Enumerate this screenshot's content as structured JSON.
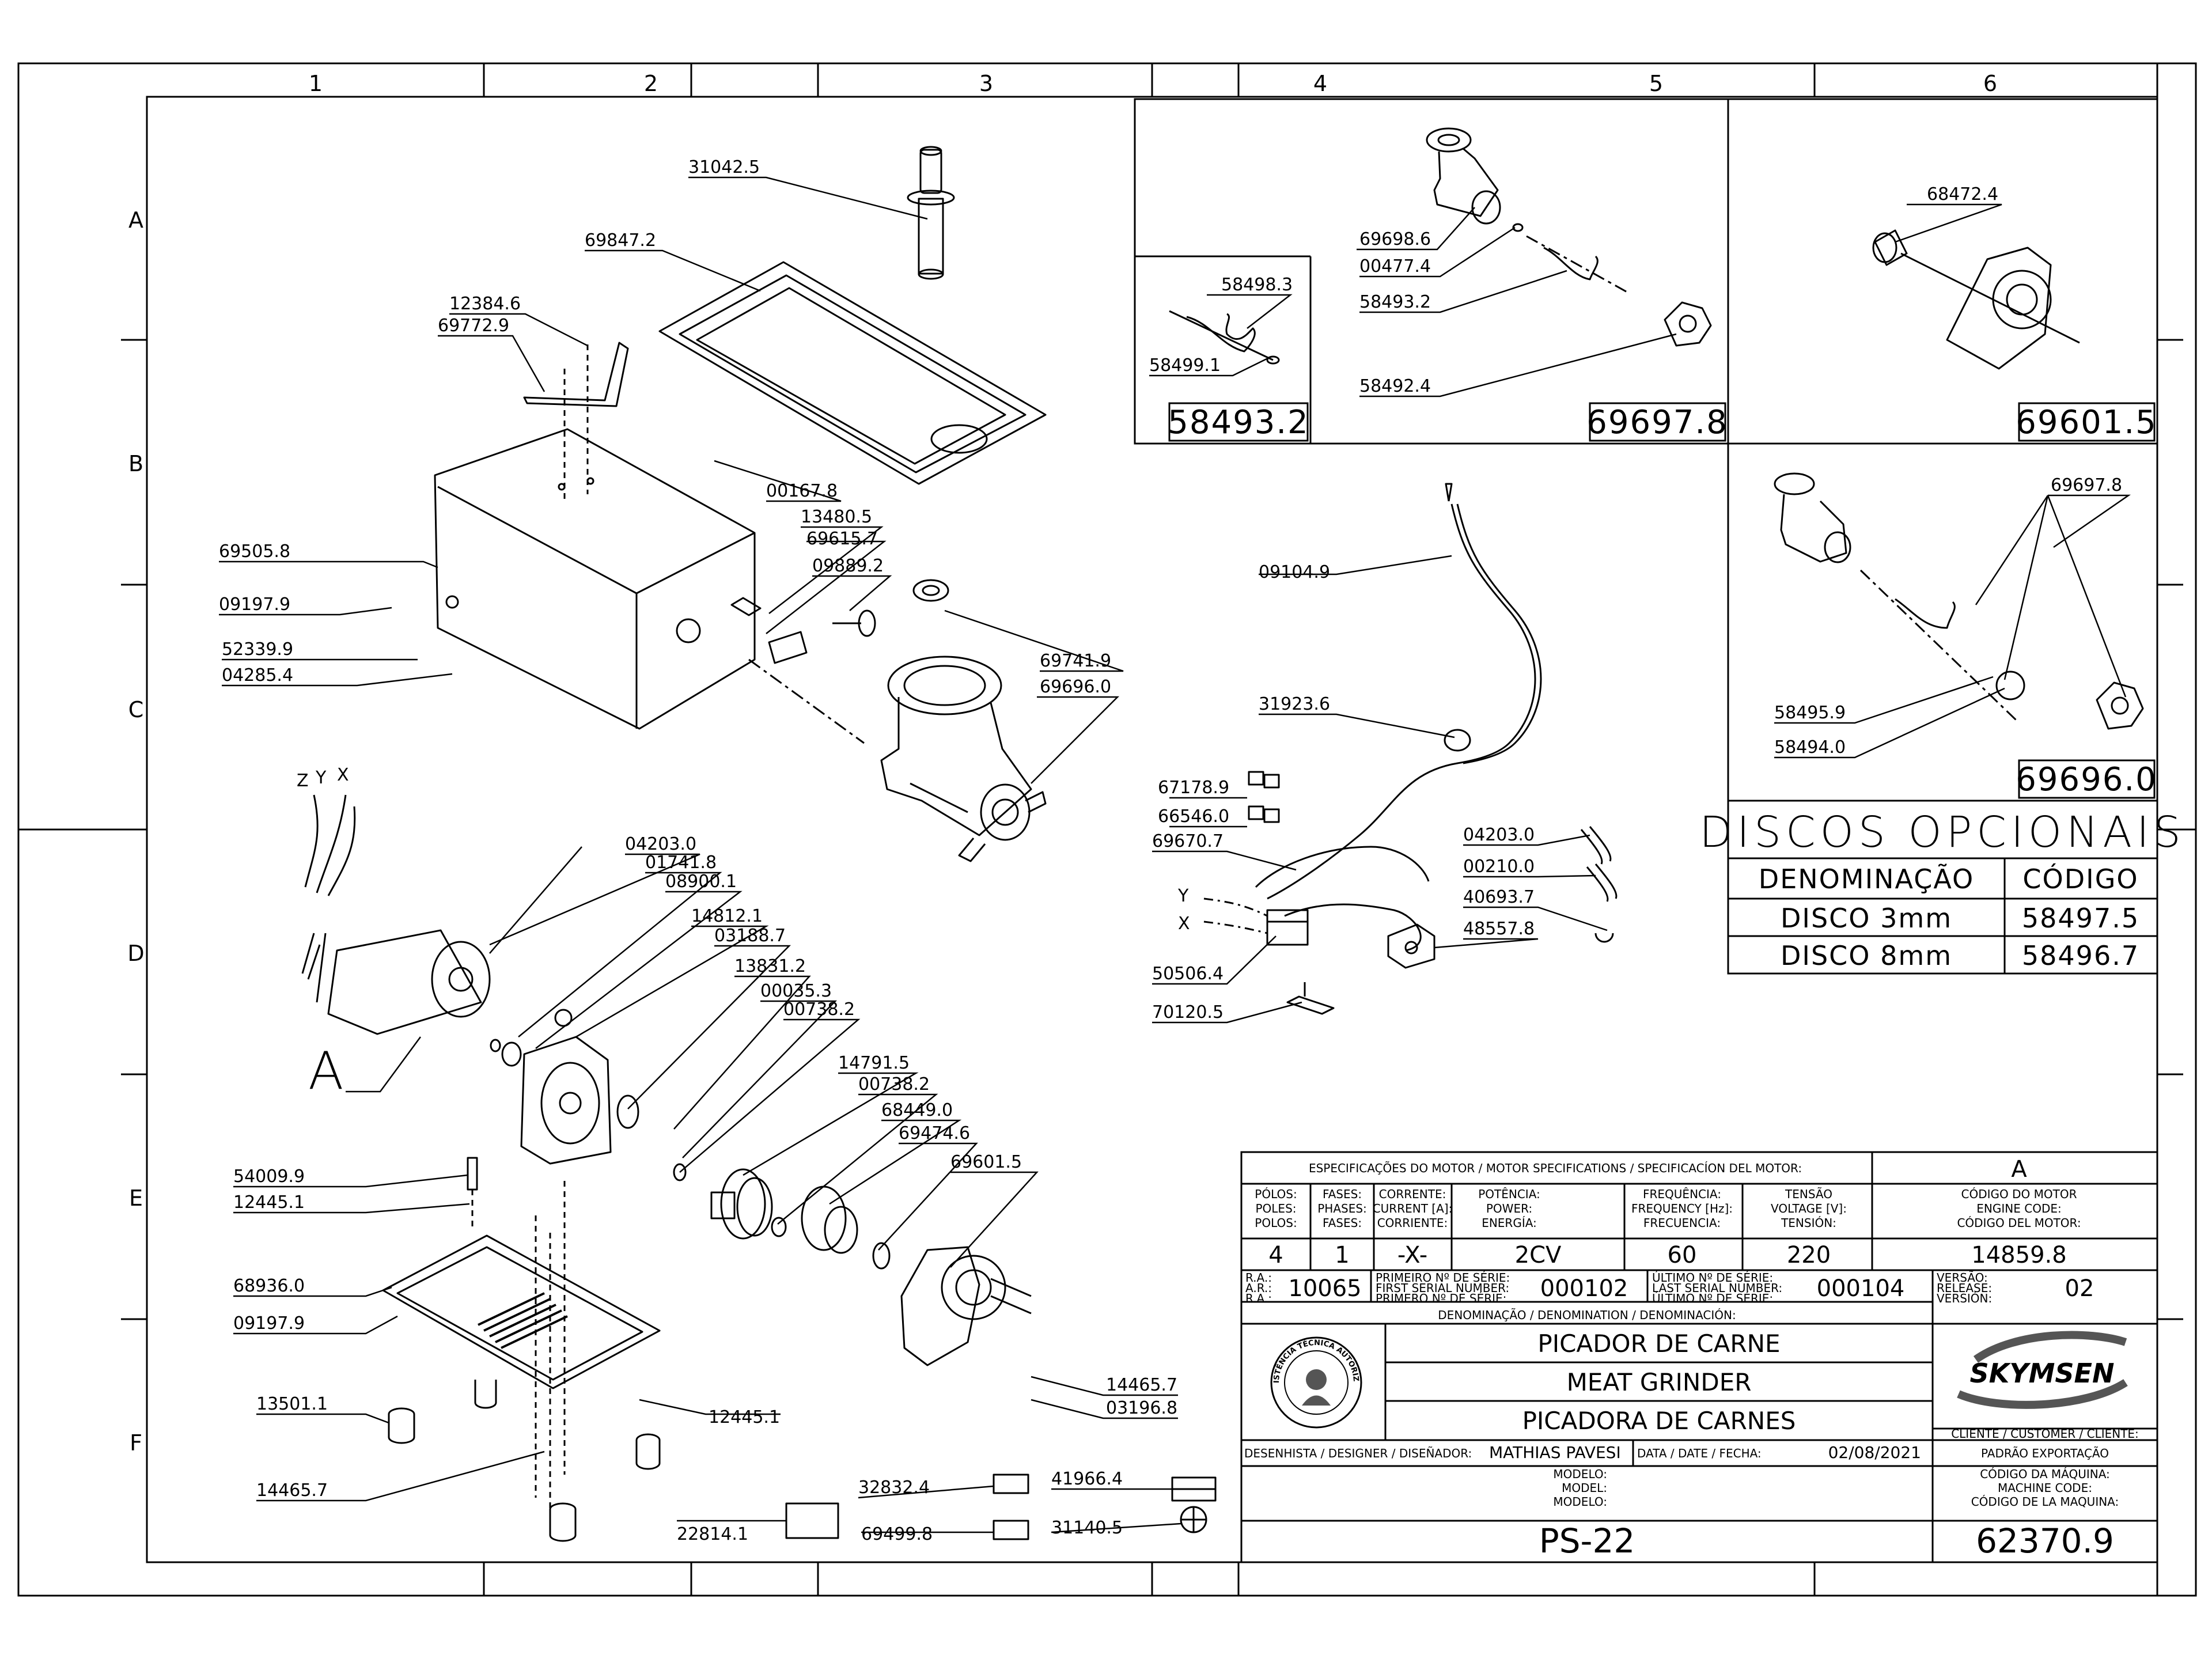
{
  "grid": {
    "columns": [
      "1",
      "2",
      "3",
      "4",
      "5",
      "6"
    ],
    "rows": [
      "A",
      "B",
      "C",
      "D",
      "E",
      "F"
    ]
  },
  "part_labels": {
    "p31042_5": "31042.5",
    "p69847_2": "69847.2",
    "p12384_6": "12384.6",
    "p69772_9": "69772.9",
    "p00167_8": "00167.8",
    "p13480_5": "13480.5",
    "p69615_7": "69615.7",
    "p09889_2": "09889.2",
    "p69505_8": "69505.8",
    "p09197_9a": "09197.9",
    "p52339_9": "52339.9",
    "p04285_4": "04285.4",
    "p69741_9": "69741.9",
    "p69696_0": "69696.0",
    "p04203_0a": "04203.0",
    "p01741_8": "01741.8",
    "p08900_1": "08900.1",
    "p14812_1": "14812.1",
    "p03188_7": "03188.7",
    "p13831_2": "13831.2",
    "p00035_3": "00035.3",
    "p00738_2a": "00738.2",
    "p14791_5": "14791.5",
    "p00738_2b": "00738.2",
    "p68449_0": "68449.0",
    "p69474_6": "69474.6",
    "p69601_5b": "69601.5",
    "p54009_9": "54009.9",
    "p12445_1a": "12445.1",
    "p68936_0": "68936.0",
    "p09197_9b": "09197.9",
    "p13501_1": "13501.1",
    "p12445_1b": "12445.1",
    "p14465_7a": "14465.7",
    "p14465_7b": "14465.7",
    "p03196_8": "03196.8",
    "p22814_1": "22814.1",
    "p32832_4": "32832.4",
    "p69499_8": "69499.8",
    "p41966_4": "41966.4",
    "p31140_5": "31140.5",
    "p58498_3": "58498.3",
    "p58499_1": "58499.1",
    "p69698_6": "69698.6",
    "p00477_4": "00477.4",
    "p58493_2": "58493.2",
    "p58492_4": "58492.4",
    "p68472_4": "68472.4",
    "p09104_9": "09104.9",
    "p31923_6": "31923.6",
    "p67178_9": "67178.9",
    "p66546_0": "66546.0",
    "p69670_7": "69670.7",
    "p04203_0b": "04203.0",
    "p00210_0": "00210.0",
    "p40693_7": "40693.7",
    "p48557_8": "48557.8",
    "p50506_4": "50506.4",
    "p70120_5": "70120.5",
    "p69697_8c": "69697.8",
    "p58495_9": "58495.9",
    "p58494_0": "58494.0",
    "wire_x": "X",
    "wire_y": "Y",
    "wire_z": "Z",
    "detail_a": "A"
  },
  "boxes": {
    "b58493_2": "58493.2",
    "b69697_8": "69697.8",
    "b69601_5": "69601.5",
    "b69696_0": "69696.0"
  },
  "discs": {
    "title": "DISCOS OPCIONAIS",
    "col_name": "DENOMINAÇÃO",
    "col_code": "CÓDIGO",
    "rows": [
      {
        "name": "DISCO 3mm",
        "code": "58497.5"
      },
      {
        "name": "DISCO 8mm",
        "code": "58496.7"
      }
    ]
  },
  "title_block": {
    "motor_spec_header": "ESPECIFICAÇÕES DO MOTOR / MOTOR SPECIFICATIONS / SPECIFICACÍON DEL MOTOR:",
    "detail_ref": "A",
    "motor_code_label": [
      "CÓDIGO DO MOTOR",
      "ENGINE CODE:",
      "CÓDIGO DEL MOTOR:"
    ],
    "motor_code": "14859.8",
    "spec_cols": [
      {
        "label": [
          "PÓLOS:",
          "POLES:",
          "POLOS:"
        ],
        "value": "4"
      },
      {
        "label": [
          "FASES:",
          "PHASES:",
          "FASES:"
        ],
        "value": "1"
      },
      {
        "label": [
          "CORRENTE:",
          "CURRENT [A]:",
          "CORRIENTE:"
        ],
        "value": "-X-"
      },
      {
        "label": [
          "POTÊNCIA:",
          "POWER:",
          "ENERGÍA:"
        ],
        "value": "2CV"
      },
      {
        "label": [
          "FREQUÊNCIA:",
          "FREQUENCY [Hz]:",
          "FRECUENCIA:"
        ],
        "value": "60"
      },
      {
        "label": [
          "TENSÃO",
          "VOLTAGE [V]:",
          "TENSIÓN:"
        ],
        "value": "220"
      }
    ],
    "ra_label": [
      "R.A.:",
      "A.R.:",
      "R.A.:"
    ],
    "ra_value": "10065",
    "first_serial_label": [
      "PRIMEIRO Nº DE SÉRIE:",
      "FIRST SERIAL NUMBER:",
      "PRIMERO Nº DE SÉRIE:"
    ],
    "first_serial": "000102",
    "last_serial_label": [
      "ÚLTIMO Nº DE SÉRIE:",
      "LAST SERIAL NUMBER:",
      "ÚLTIMO Nº DE SÉRIE:"
    ],
    "last_serial": "000104",
    "version_label": [
      "VERSÃO:",
      "RELEASE:",
      "VERSIÓN:"
    ],
    "version": "02",
    "denomination_label": "DENOMINAÇÃO / DENOMINATION / DENOMINACIÓN:",
    "names": [
      "PICADOR DE CARNE",
      "MEAT GRINDER",
      "PICADORA DE CARNES"
    ],
    "seal_text": "ASSISTÊNCIA TÉCNICA AUTORIZADA",
    "brand": "SKYMSEN",
    "designer_label": "DESENHISTA / DESIGNER / DISEÑADOR:",
    "designer": "MATHIAS PAVESI",
    "date_label": "DATA / DATE / FECHA:",
    "date": "02/08/2021",
    "client_label": "CLIENTE / CUSTOMER / CLIENTE:",
    "client": "PADRÃO EXPORTAÇÃO",
    "model_label": [
      "MODELO:",
      "MODEL:",
      "MODELO:"
    ],
    "machine_code_label": [
      "CÓDIGO DA MÁQUINA:",
      "MACHINE CODE:",
      "CÓDIGO DE LA MAQUINA:"
    ],
    "model": "PS-22",
    "machine_code": "62370.9"
  },
  "colors": {
    "ink": "#000000",
    "paper": "#ffffff",
    "grey": "#555555"
  }
}
